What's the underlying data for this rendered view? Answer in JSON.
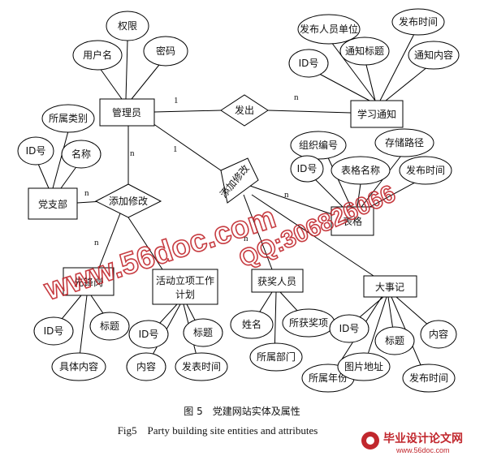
{
  "entities": {
    "admin": "管理员",
    "notice": "学习通知",
    "branch": "党支部",
    "form": "表格",
    "pioneer": "先锋岗",
    "activity": "活动立项工作计划",
    "winner": "获奖人员",
    "events": "大事记"
  },
  "relations": {
    "publish": "发出",
    "add_edit_left": "添加修改",
    "add_edit_mid": "添加修改"
  },
  "attributes": {
    "admin_perm": "权限",
    "admin_user": "用户名",
    "admin_pwd": "密码",
    "notice_pub_unit": "发布人员单位",
    "notice_pub_time": "发布时间",
    "notice_id": "ID号",
    "notice_title": "通知标题",
    "notice_content": "通知内容",
    "branch_category": "所属类别",
    "branch_id": "ID号",
    "branch_name": "名称",
    "form_org_no": "组织编号",
    "form_storage": "存储路径",
    "form_name": "表格名称",
    "form_pub_time": "发布时间",
    "form_id": "ID号",
    "pioneer_id": "ID号",
    "pioneer_title": "标题",
    "pioneer_content": "具体内容",
    "activity_id": "ID号",
    "activity_title": "标题",
    "activity_content": "内容",
    "activity_pub_time": "发表时间",
    "winner_name": "姓名",
    "winner_award": "所获奖项",
    "winner_dept": "所属部门",
    "events_id": "ID号",
    "events_title": "标题",
    "events_content": "内容",
    "events_year": "所属年份",
    "events_img": "图片地址",
    "events_pub_time": "发布时间"
  },
  "cardinality": {
    "c1": "1",
    "c2": "n",
    "c3": "n",
    "c4": "1",
    "c5": "n",
    "c6": "n",
    "c7": "n",
    "c8": "n"
  },
  "caption": {
    "zh": "图 5　党建网站实体及属性",
    "en": "Fig5　Party building site entities and attributes"
  },
  "watermark": {
    "site": "www.56doc.com",
    "qq": "QQ:306826066",
    "logo_text": "毕业设计论文网",
    "logo_url": "www.56doc.com"
  }
}
